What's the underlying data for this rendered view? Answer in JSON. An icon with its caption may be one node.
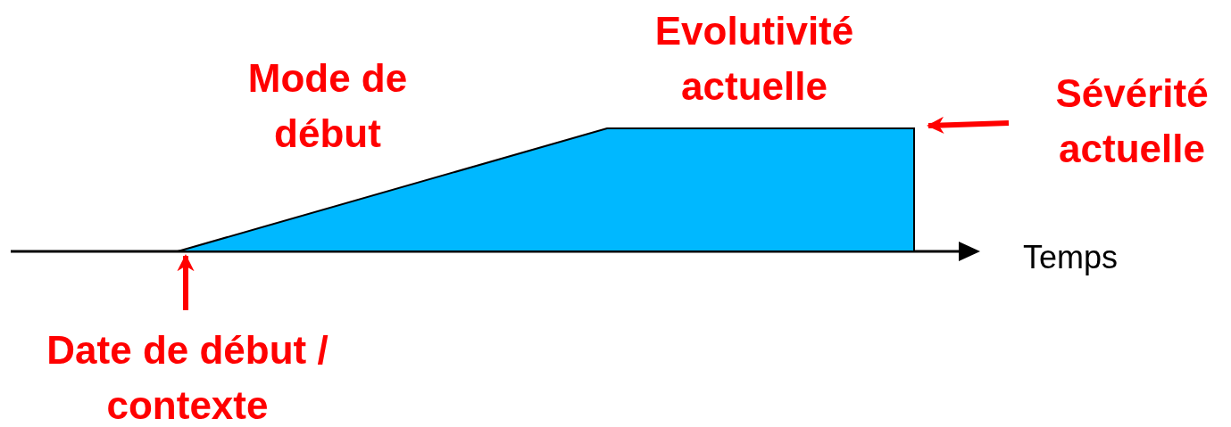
{
  "diagram": {
    "nodes": [
      {
        "text": [],
        "shape": "polygon"
      },
      {
        "text": [
          "Date de début / contexte"
        ]
      },
      {
        "text": [
          "Sévérité actuelle"
        ]
      }
    ],
    "edges": [
      {
        "from": 1,
        "to": 0,
        "arrow": "to"
      },
      {
        "from": 2,
        "to": 0,
        "arrow": "to"
      }
    ],
    "labels": [
      "Evolutivité actuelle",
      "Mode de début",
      "Temps"
    ]
  }
}
